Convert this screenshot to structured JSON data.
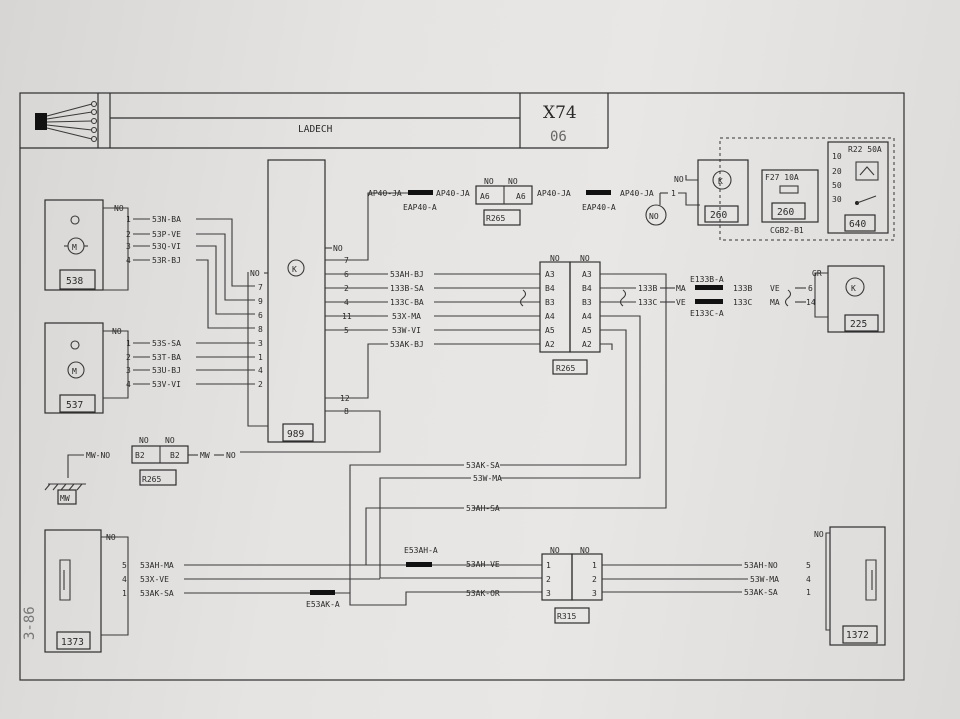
{
  "title_block": {
    "title": "LADECH",
    "sheet_code": "X74",
    "sheet_number": "06",
    "page_ref": "3-86"
  },
  "components": {
    "c538": "538",
    "c537": "537",
    "c989": "989",
    "c260": "260",
    "c260b": "260",
    "c640": "640",
    "c225": "225",
    "c1373": "1373",
    "c1372": "1372",
    "r265_top": "R265",
    "r265_mid": "R265",
    "r265_left": "R265",
    "r315": "R315",
    "cgb": "CGB2-B1",
    "f27": "F27 10A",
    "r22": "R22 50A",
    "mw_ground": "MW",
    "no_circle": "NO"
  },
  "labels": {
    "m538": [
      "NO",
      "1",
      "53N-BA",
      "2",
      "53P-VE",
      "3",
      "53Q-VI",
      "4",
      "53R-BJ"
    ],
    "m537": [
      "NO",
      "1",
      "53S-SA",
      "2",
      "53T-BA",
      "3",
      "53U-BJ",
      "4",
      "53V-VI"
    ],
    "c989_left_pins": [
      "NO",
      "7",
      "9",
      "6",
      "8",
      "3",
      "1",
      "4",
      "2"
    ],
    "c989_right_pins": [
      "NO",
      "7",
      "6",
      "2",
      "4",
      "11",
      "5",
      "12",
      "8"
    ],
    "right_wires": [
      "53AH-BJ",
      "133B-SA",
      "133C-BA",
      "53X-MA",
      "53W-VI",
      "53AK-BJ"
    ],
    "r265_left_pins": [
      "NO",
      "A3",
      "B4",
      "B3",
      "A4",
      "A5",
      "A2"
    ],
    "r265_right_pins": [
      "NO",
      "A3",
      "B4",
      "B3",
      "A4",
      "A5",
      "A2"
    ],
    "r265_out": [
      "133B",
      "133C"
    ],
    "e133": [
      "E133B-A",
      "E133C-A"
    ],
    "e133_wires": [
      "MA",
      "133B",
      "VE",
      "VE",
      "133C",
      "MA"
    ],
    "c225_pins": [
      "GR",
      "6",
      "14"
    ],
    "top_wire": [
      "AP40-JA",
      "EAP40-A",
      "AP40-JA",
      "NO",
      "NO",
      "A6",
      "A6",
      "AP40-JA",
      "EAP40-A",
      "AP40-JA",
      "NO",
      "1"
    ],
    "c640_pins": [
      "10",
      "20",
      "50",
      "30"
    ],
    "ground_row": [
      "MW-NO",
      "B2",
      "B2",
      "MW",
      "NO",
      "NO",
      "NO"
    ],
    "mid_wires": [
      "53AK-SA",
      "53W-MA",
      "53AH-SA"
    ],
    "c1373": [
      "NO",
      "5",
      "53AH-MA",
      "4",
      "53X-VE",
      "1",
      "53AK-SA"
    ],
    "e53": [
      "E53AH-A",
      "E53AK-A"
    ],
    "r315_left": [
      "NO",
      "53AH-VE",
      "1",
      "2",
      "53AK-OR",
      "3"
    ],
    "r315_right": [
      "NO",
      "1",
      "2",
      "3"
    ],
    "c1372": [
      "NO",
      "53AH-NO",
      "5",
      "53W-MA",
      "4",
      "53AK-SA",
      "1"
    ]
  }
}
